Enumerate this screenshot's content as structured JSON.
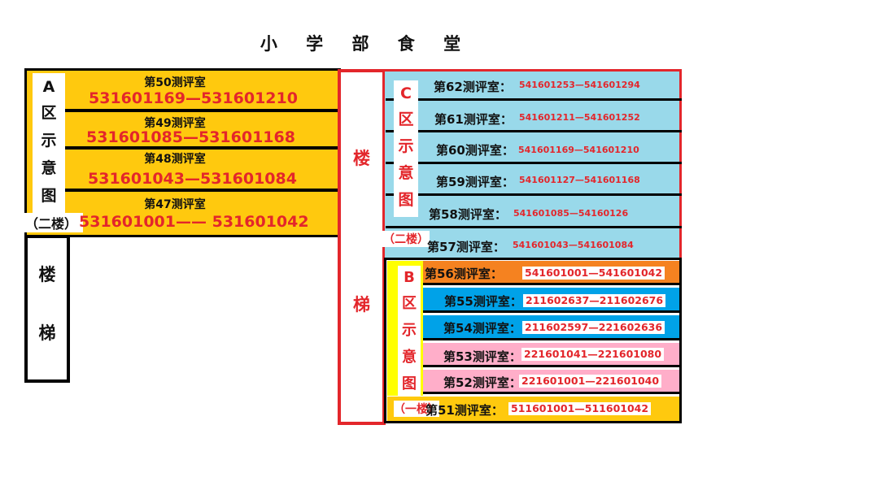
{
  "title": "小 学 部 食 堂",
  "zone_a": {
    "label_chars": [
      "A",
      "区",
      "示",
      "意",
      "图"
    ],
    "floor": "（二楼）",
    "rooms": [
      {
        "name": "第50测评室",
        "range": "531601169—531601210"
      },
      {
        "name": "第49测评室",
        "range": "531601085—531601168"
      },
      {
        "name": "第48测评室",
        "range": "531601043—531601084"
      },
      {
        "name": "第47测评室",
        "range": "531601001——  531601042"
      }
    ]
  },
  "stairs_left": [
    "楼",
    "梯"
  ],
  "stairs_center": [
    "楼",
    "梯"
  ],
  "zone_c": {
    "label_chars": [
      "C",
      "区",
      "示",
      "意",
      "图"
    ],
    "floor": "（二楼）",
    "rooms": [
      {
        "name": "第62测评室：",
        "range": "541601253—541601294"
      },
      {
        "name": "第61测评室：",
        "range": "541601211—541601252"
      },
      {
        "name": "第60测评室：",
        "range": "541601169—541601210"
      },
      {
        "name": "第59测评室：",
        "range": "541601127—541601168"
      },
      {
        "name": "第58测评室：",
        "range": "541601085—54160126"
      },
      {
        "name": "第57测评室：",
        "range": "541601043—541601084"
      }
    ]
  },
  "zone_b": {
    "label_chars": [
      "B",
      "区",
      "示",
      "意",
      "图"
    ],
    "floor": "（一楼）",
    "rooms": [
      {
        "name": "第56测评室：",
        "range": "541601001—541601042",
        "color": "#f58220"
      },
      {
        "name": "第55测评室：",
        "range": "211602637—211602676",
        "color": "#00a2e8"
      },
      {
        "name": "第54测评室：",
        "range": "211602597—221602636",
        "color": "#00a2e8"
      },
      {
        "name": "第53测评室：",
        "range": "221601041—221601080",
        "color": "#ffaec9"
      },
      {
        "name": "第52测评室：",
        "range": "221601001—221601040",
        "color": "#ffaec9"
      },
      {
        "name": "第51测评室：",
        "range": "511601001—511601042",
        "color": "#ffc90e"
      }
    ]
  },
  "colors": {
    "yellow": "#ffc90e",
    "light_blue": "#99d9ea",
    "red": "#e3262b",
    "black": "#000000"
  }
}
